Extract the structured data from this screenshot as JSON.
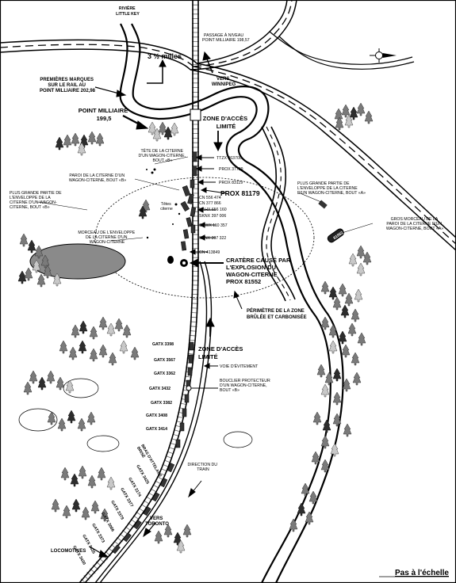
{
  "labels": {
    "riviere": [
      "RIVIÈRE",
      "LITTLE KEY"
    ],
    "passage": [
      "PASSAGE À NIVEAU",
      "POINT MILLIAIRE 198,57"
    ],
    "distance": "3 ½  milles",
    "vers_winnipeg": [
      "VERS",
      "WINNIPEG"
    ],
    "premieres_marques": [
      "PREMIÈRES MARQUES",
      "SUR LE RAIL AU",
      "POINT MILLIAIRE 202,98"
    ],
    "point_milliaire": [
      "POINT MILLIAIRE",
      "199,5"
    ],
    "zone_acces_top": [
      "ZONE D'ACCÈS",
      "LIMITÉ"
    ],
    "tete_citerne": [
      "TÊTE DE LA CITERNE",
      "D'UN WAGON-CITERNE,",
      "BOUT «B»"
    ],
    "paroi_citerne": [
      "PAROI DE LA CITERNE D'UN",
      "WAGON-CITERNE, BOUT «B»"
    ],
    "plus_grande_gauche": [
      "PLUS GRANDE PARTIE DE",
      "L'ENVELOPPE DE LA",
      "CITERNE D'UN WAGON-",
      "CITERNE, BOUT «B»"
    ],
    "morceau_gauche": [
      "MORCEAU DE L'ENVELOPPE",
      "DE LA CITERNE D'UN",
      "WAGON-CITERNE"
    ],
    "plus_grande_droite": [
      "PLUS GRANDE PARTIE DE",
      "L'ENVELOPPE DE LA CITERNE",
      "D'UN WAGON-CITERNE, BOUT «A»"
    ],
    "gros_morceau": [
      "GROS MORCEAU DE LA",
      "PAROI DE LA CITERNE D'UN",
      "WAGON-CITERNE, BOUT «A»"
    ],
    "cratere": [
      "CRATÈRE CAUSÉ PAR",
      "L'EXPLOSION DU",
      "WAGON-CITERNE",
      "PROX 81552"
    ],
    "perimetre": [
      "PÉRIMÈTRE DE LA ZONE",
      "BRÛLÉE ET CARBONISÉE"
    ],
    "zone_acces_bottom": [
      "ZONE D'ACCÈS",
      "LIMITÉ"
    ],
    "voie_evitement": "VOIE D'ÉVITEMENT",
    "bouclier": [
      "BOUCLIER PROTECTEUR",
      "D'UN WAGON-CITERNE,",
      "BOUT «B»"
    ],
    "direction_train": [
      "DIRECTION DU",
      "TRAIN"
    ],
    "vers_toronto": [
      "VERS",
      "TORONTO"
    ],
    "locomotives": "LOCOMOTIVES",
    "bras": [
      "BRAS D'ATTELAGE",
      "BRISÉ"
    ],
    "tetes_citerne": [
      "Têtes",
      "citerne"
    ],
    "prox_81179": "PROX 81179",
    "prox_81552_car": "81552"
  },
  "car_labels_right": [
    "TTZX 863700",
    "PROX 37789",
    "PROX 83119",
    "CN 556 474",
    "CN 377 866",
    "NAHX 656 160",
    "SKNX 397 006",
    "CNWX 110 357",
    "SKNX 397 322",
    "CN 413849"
  ],
  "car_labels_left": [
    "GATX 3398",
    "GATX 3567",
    "GATX 3362",
    "GATX 3432",
    "GATX 3382",
    "GATX 3408",
    "GATX 3414",
    "GATX 3425",
    "GATX 3174",
    "GATX 3377",
    "GATX 3379",
    "GATX 3066",
    "GATX 3373",
    "GATX 3435",
    "GATX 3430"
  ],
  "footer": "Pas à l'échelle",
  "icons": [
    "compass-north-arrow",
    "tree-cluster"
  ]
}
